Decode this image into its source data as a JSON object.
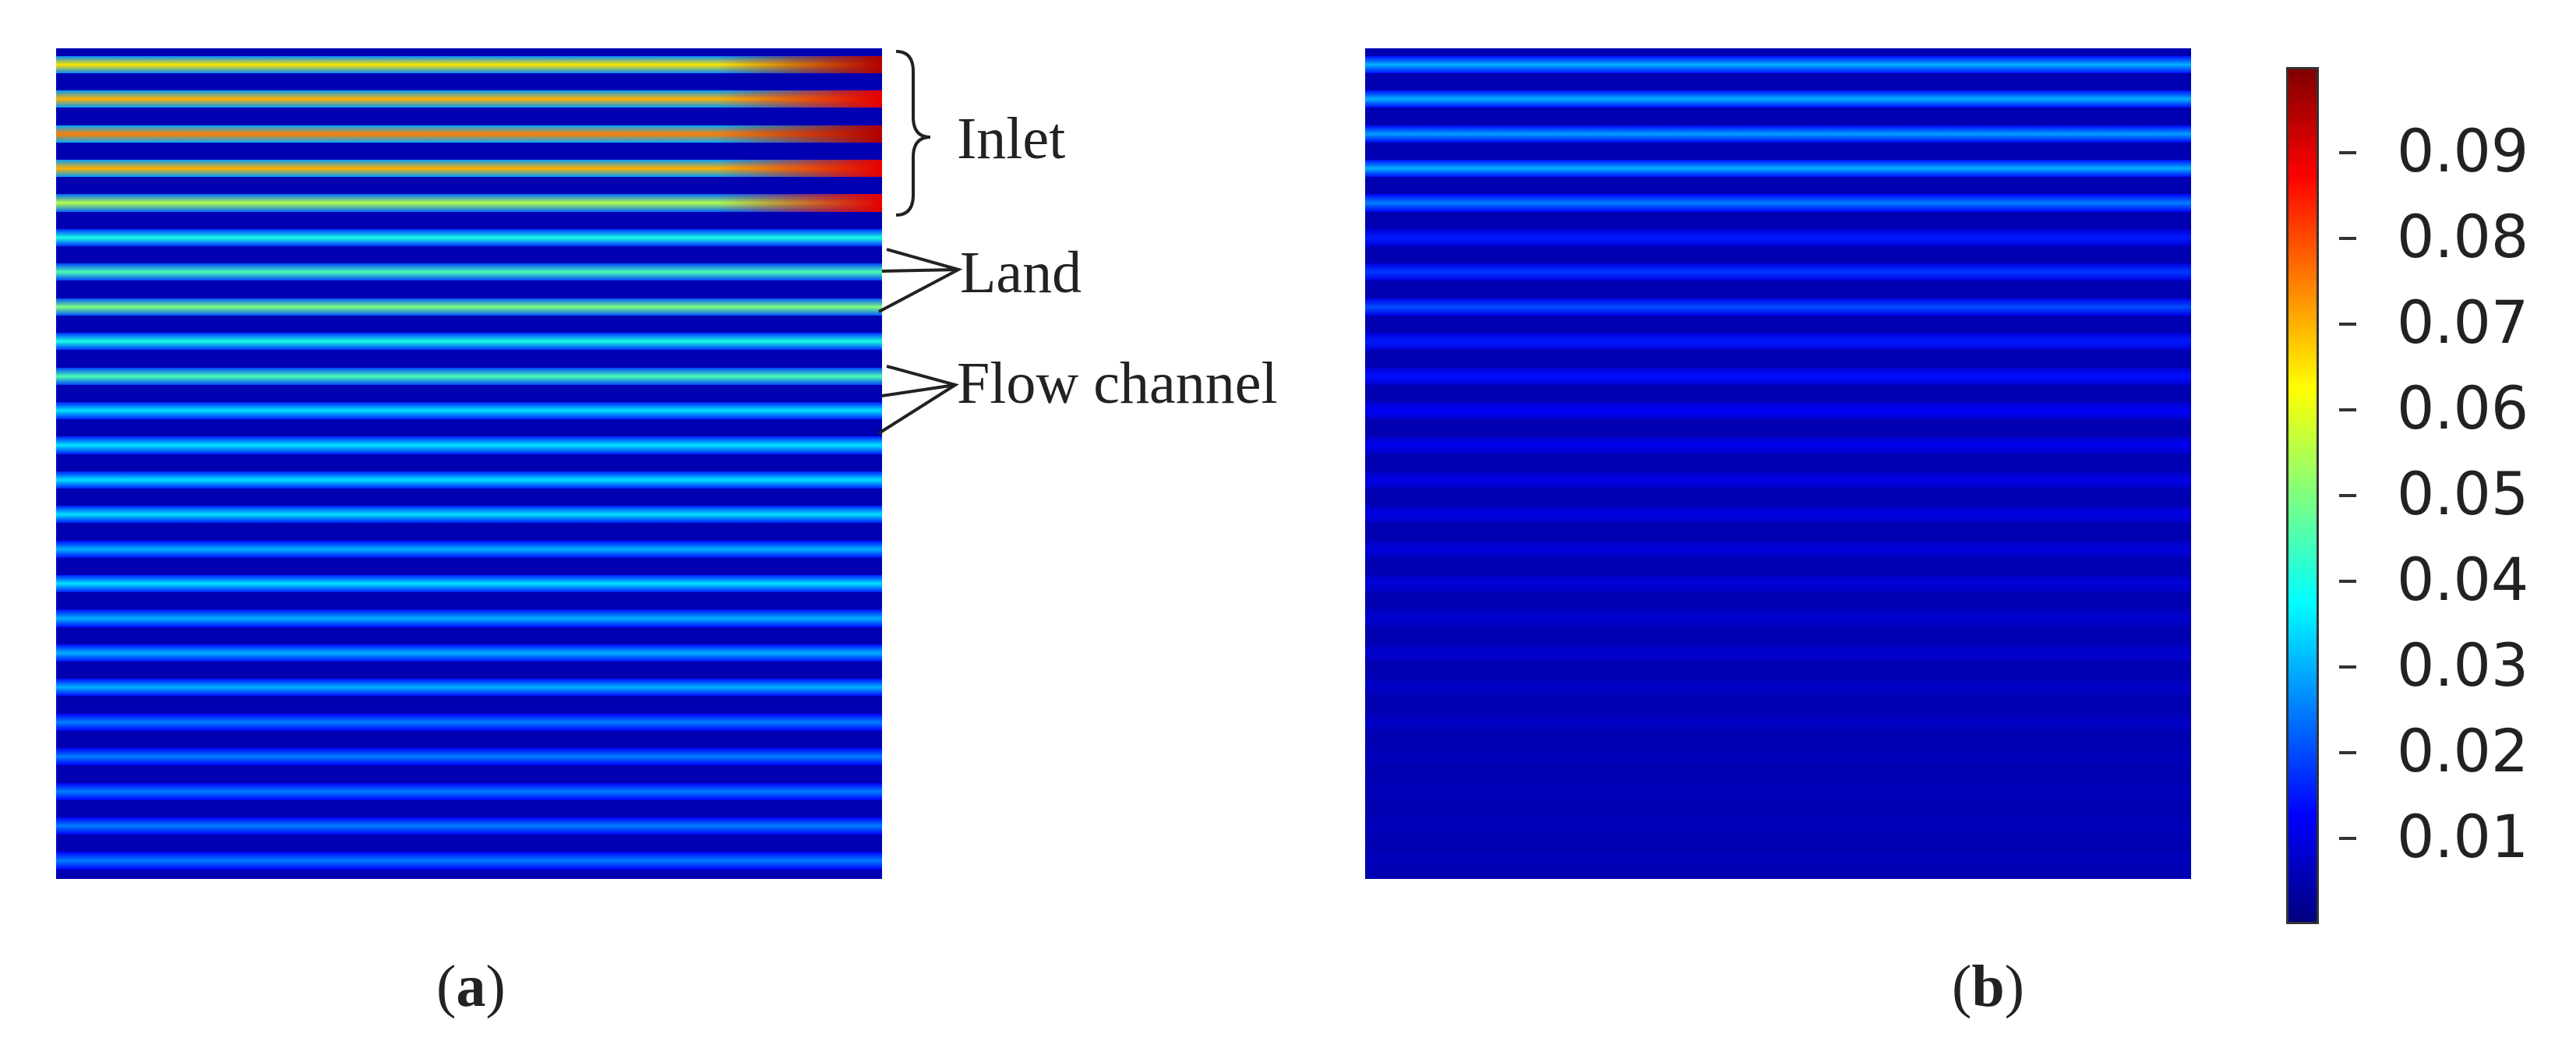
{
  "panels": [
    {
      "id": "a",
      "caption_open": "(",
      "caption_letter": "a",
      "caption_close": ")"
    },
    {
      "id": "b",
      "caption_open": "(",
      "caption_letter": "b",
      "caption_close": ")"
    }
  ],
  "annotations": {
    "inlet": "Inlet",
    "land": "Land",
    "flow_channel": "Flow channel"
  },
  "colorbar": {
    "colormap": "jet",
    "min": 0,
    "max": 0.1,
    "ticks": [
      "0.01",
      "0.02",
      "0.03",
      "0.04",
      "0.05",
      "0.06",
      "0.07",
      "0.08",
      "0.09"
    ],
    "colors": [
      "#00007f",
      "#0000ff",
      "#007fff",
      "#00ffff",
      "#7fff7f",
      "#ffff00",
      "#ff7f00",
      "#ff0000",
      "#7f0000"
    ]
  },
  "field": {
    "channel_count": 24,
    "panel_a_channel_levels": [
      0.065,
      0.07,
      0.075,
      0.07,
      0.055,
      0.04,
      0.045,
      0.05,
      0.04,
      0.045,
      0.035,
      0.035,
      0.035,
      0.035,
      0.03,
      0.035,
      0.03,
      0.03,
      0.03,
      0.025,
      0.025,
      0.025,
      0.025,
      0.025
    ],
    "panel_a_inlet_levels": [
      0.095,
      0.09,
      0.095,
      0.09,
      0.09,
      0.045,
      0.04,
      0.04,
      0.035
    ],
    "panel_b_channel_levels": [
      0.03,
      0.03,
      0.028,
      0.03,
      0.025,
      0.015,
      0.018,
      0.02,
      0.015,
      0.014,
      0.012,
      0.011,
      0.01,
      0.01,
      0.009,
      0.009,
      0.008,
      0.008,
      0.007,
      0.007,
      0.006,
      0.006,
      0.006,
      0.006
    ],
    "land_level": 0.005
  }
}
